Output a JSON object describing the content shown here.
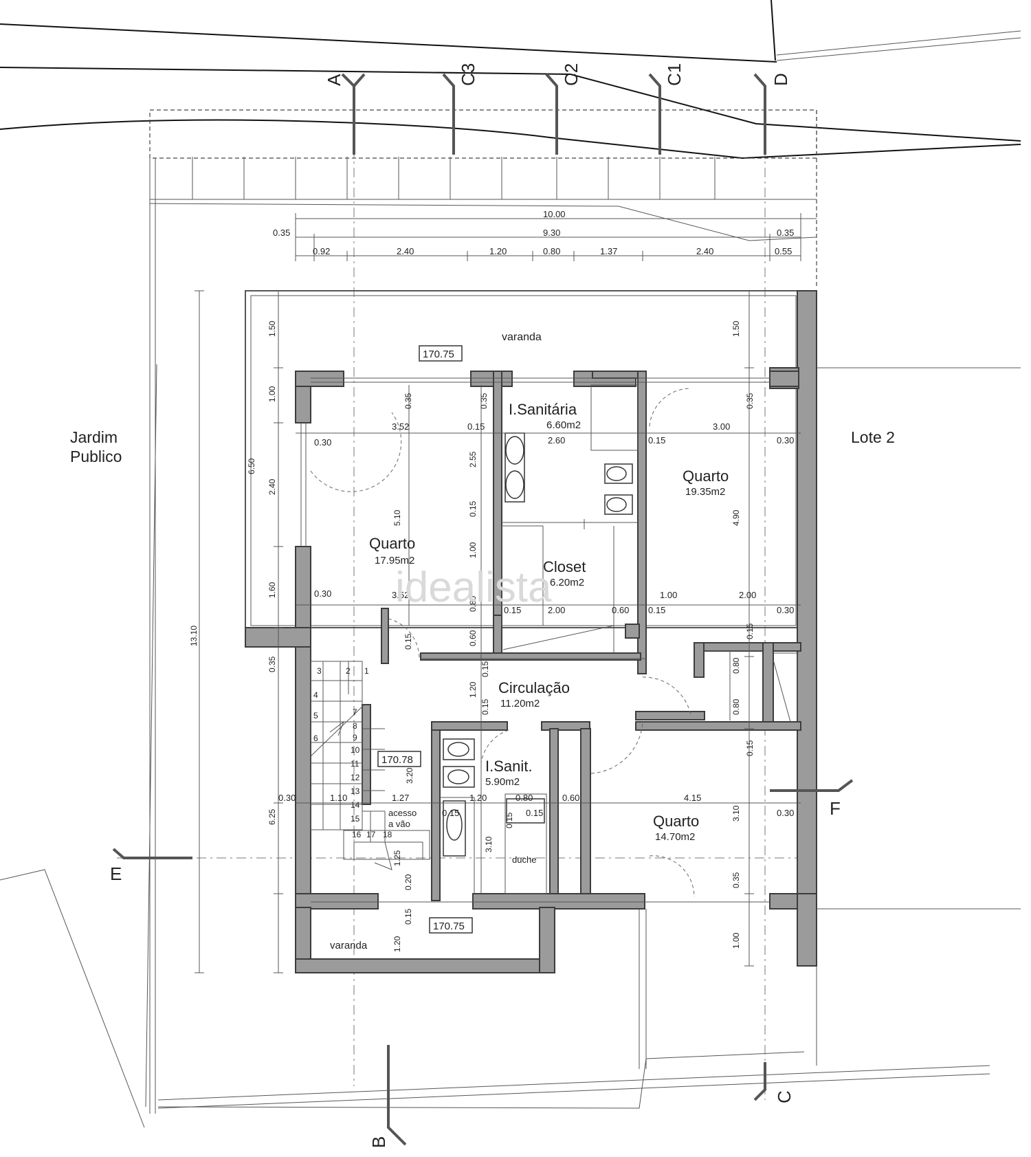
{
  "drawing": {
    "watermark": "idealista",
    "neighbours": {
      "left_line1": "Jardim",
      "left_line2": "Publico",
      "right": "Lote 2"
    },
    "rooms": [
      {
        "id": "varanda-top",
        "name": "varanda",
        "area": ""
      },
      {
        "id": "quarto-1",
        "name": "Quarto",
        "area": "17.95m2"
      },
      {
        "id": "isanitaria",
        "name": "I.Sanitária",
        "area": "6.60m2"
      },
      {
        "id": "quarto-2",
        "name": "Quarto",
        "area": "19.35m2"
      },
      {
        "id": "closet",
        "name": "Closet",
        "area": "6.20m2"
      },
      {
        "id": "circulacao",
        "name": "Circulação",
        "area": "11.20m2"
      },
      {
        "id": "isanit",
        "name": "I.Sanit.",
        "area": "5.90m2"
      },
      {
        "id": "quarto-3",
        "name": "Quarto",
        "area": "14.70m2"
      },
      {
        "id": "varanda-bottom",
        "name": "varanda",
        "area": ""
      },
      {
        "id": "duche",
        "name": "duche",
        "area": ""
      },
      {
        "id": "acesso",
        "name": "acesso",
        "area": ""
      },
      {
        "id": "desvao",
        "name": "a vão",
        "area": ""
      }
    ],
    "levels": [
      "170.75",
      "170.78",
      "170.75"
    ],
    "section_marks": [
      "A",
      "C3",
      "C2",
      "C1",
      "D",
      "E",
      "F",
      "B",
      "C"
    ],
    "stair_steps": [
      "3",
      "2",
      "1",
      "4",
      "5",
      "6",
      "7",
      "8",
      "9",
      "10",
      "11",
      "12",
      "13",
      "14",
      "15",
      "16",
      "17",
      "18"
    ],
    "dims_top": [
      "10.00",
      "0.35",
      "9.30",
      "0.35",
      "0.92",
      "2.40",
      "1.20",
      "0.80",
      "1.37",
      "2.40",
      "0.55"
    ],
    "dims_interior": [
      "3.52",
      "0.15",
      "2.60",
      "0.15",
      "3.00",
      "0.30",
      "0.30",
      "0.30",
      "3.52",
      "0.15",
      "2.00",
      "0.60",
      "1.00",
      "2.00",
      "0.15",
      "0.30",
      "0.30",
      "1.10",
      "1.27",
      "1.20",
      "0.80",
      "0.60",
      "4.15",
      "0.30",
      "0.15",
      "0.15"
    ],
    "dims_vertical": [
      "1.50",
      "1.00",
      "2.40",
      "1.60",
      "0.35",
      "13.10",
      "6.50",
      "6.25",
      "0.35",
      "0.35",
      "2.55",
      "0.15",
      "1.00",
      "0.80",
      "0.60",
      "5.10",
      "0.15",
      "1.20",
      "0.15",
      "0.15",
      "3.20",
      "3.10",
      "1.25",
      "0.20",
      "0.15",
      "1.20",
      "1.50",
      "0.35",
      "4.90",
      "0.15",
      "0.80",
      "0.80",
      "0.15",
      "3.10",
      "0.35",
      "1.00",
      "0.15"
    ]
  }
}
